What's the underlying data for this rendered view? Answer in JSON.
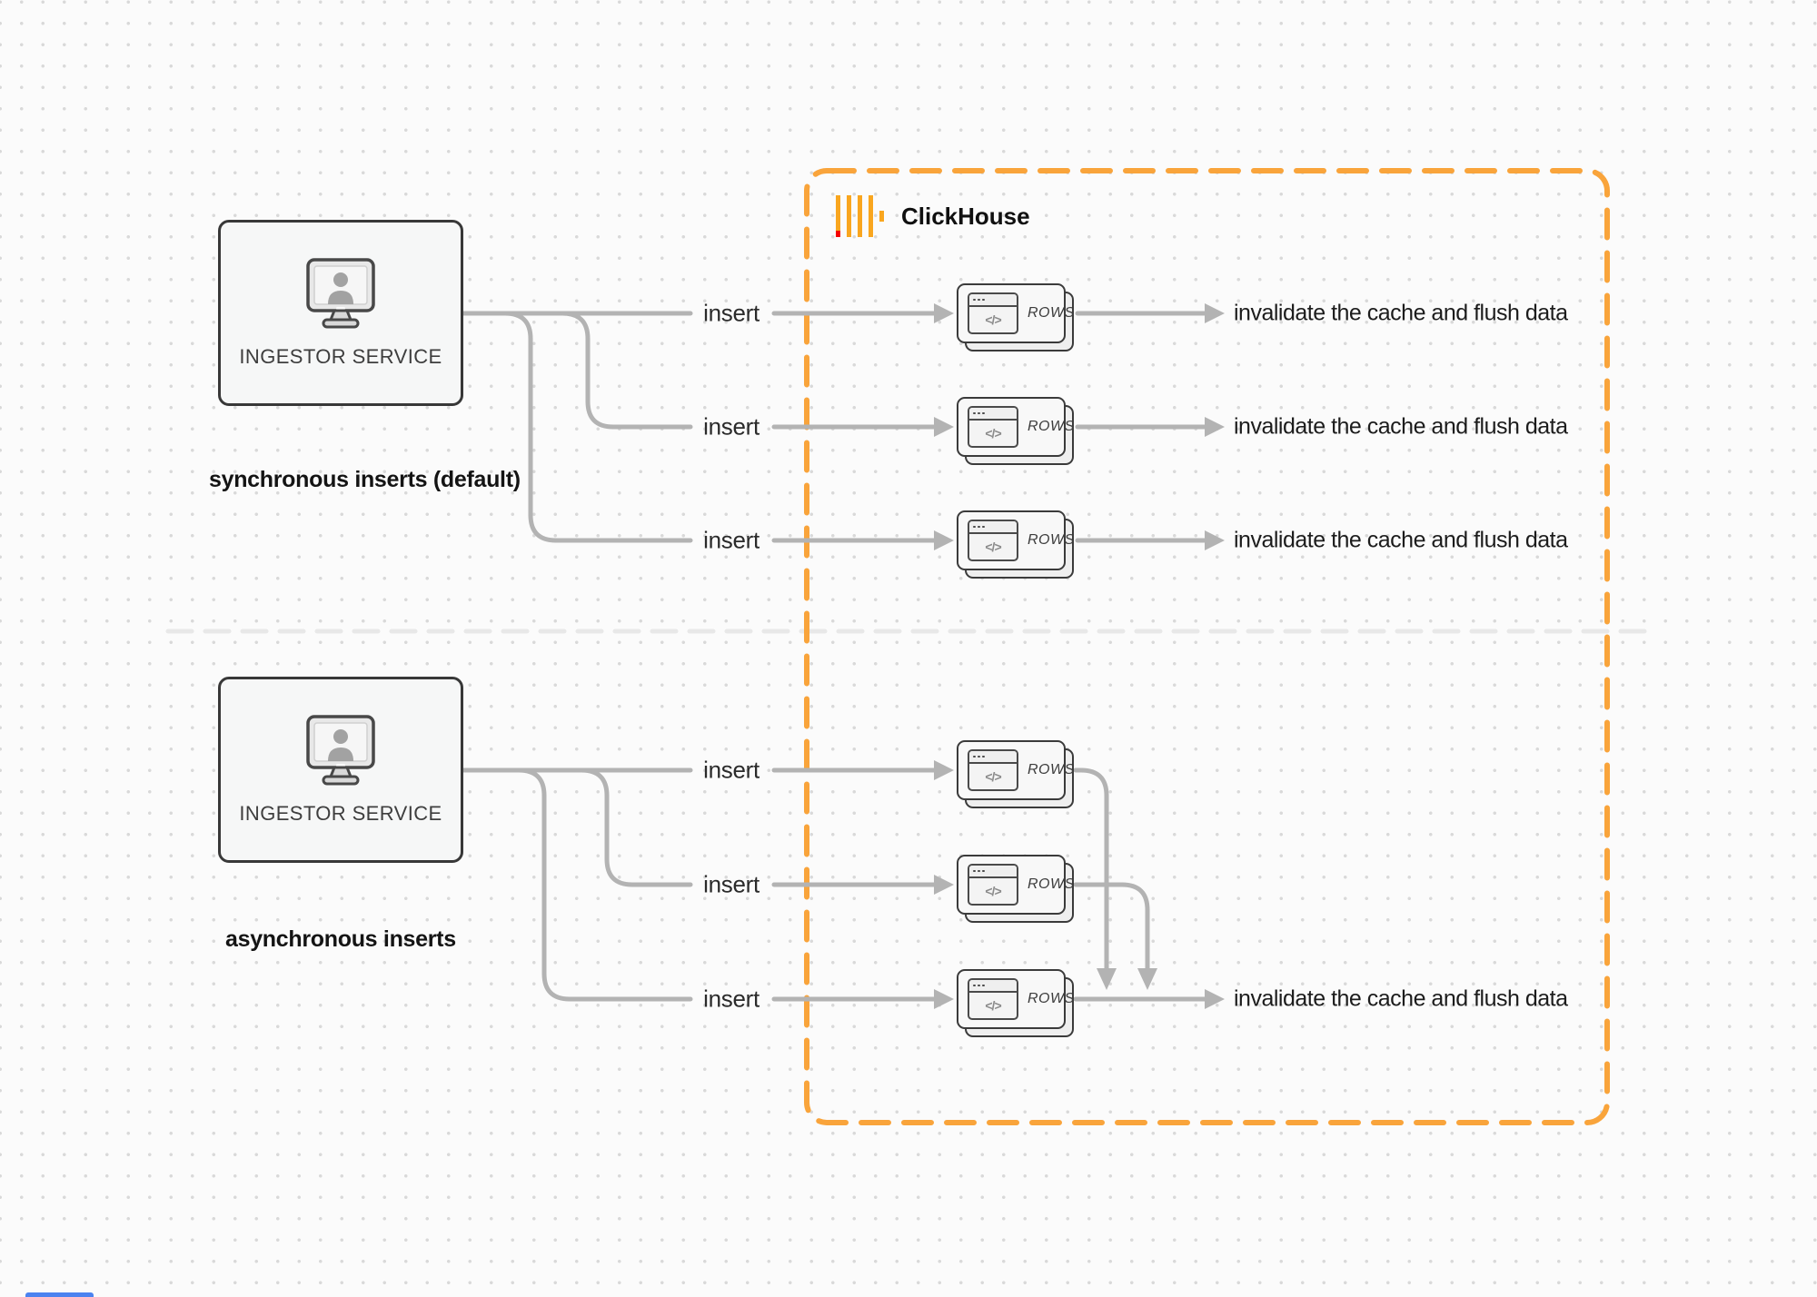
{
  "diagram": {
    "sync": {
      "service_label": "INGESTOR SERVICE",
      "caption": "synchronous inserts (default)",
      "rows": [
        {
          "insert": "insert",
          "card": "ROWS",
          "result": "invalidate the cache and flush data"
        },
        {
          "insert": "insert",
          "card": "ROWS",
          "result": "invalidate the cache and flush data"
        },
        {
          "insert": "insert",
          "card": "ROWS",
          "result": "invalidate the cache and flush data"
        }
      ]
    },
    "async": {
      "service_label": "INGESTOR SERVICE",
      "caption": "asynchronous inserts",
      "rows": [
        {
          "insert": "insert",
          "card": "ROWS"
        },
        {
          "insert": "insert",
          "card": "ROWS"
        },
        {
          "insert": "insert",
          "card": "ROWS"
        }
      ],
      "result": "invalidate the cache and flush data"
    },
    "clickhouse": {
      "brand": "ClickHouse"
    },
    "icons": {
      "workstation": "monitor-user-icon",
      "code_window": "code-window-icon",
      "code_glyph": "</>"
    },
    "colors": {
      "accent_orange": "#F9A43B",
      "logo_orange": "#F9A61F",
      "logo_red": "#F50000",
      "connector_gray": "#B3B3B3",
      "node_border": "#383838",
      "divider_gray": "#E8E8E8"
    }
  }
}
